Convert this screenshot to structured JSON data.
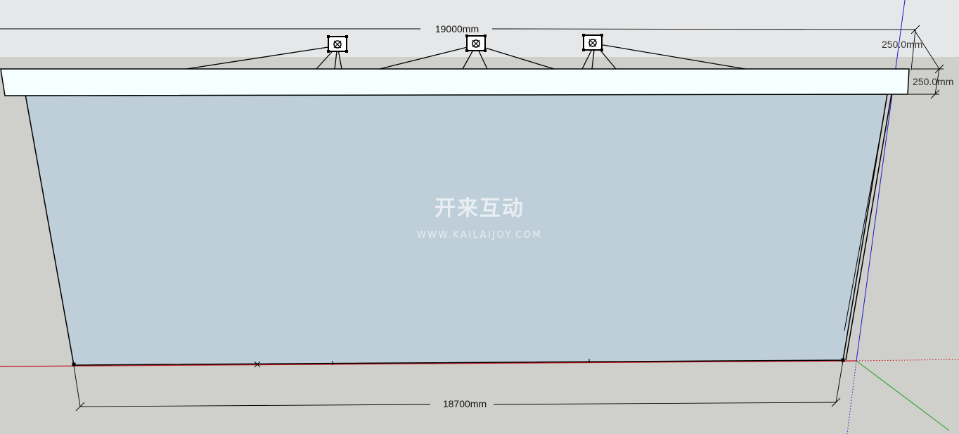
{
  "dimensions": {
    "top_width": "19000mm",
    "bottom_width": "18700mm",
    "right_offset_upper": "250.0mm",
    "right_offset_lower": "250.0mm"
  },
  "watermark": {
    "chinese": "开来互动",
    "url": "WWW.KAILAIJOY.COM"
  },
  "colors": {
    "sky": "#e6e7e8",
    "ground": "#cfcfcb",
    "screen_face": "#bfcfd9",
    "top_frame": "#f6ffff",
    "axis_red": "#c8101a",
    "axis_green": "#1aa01a",
    "axis_blue": "#1a1ad0"
  },
  "projectors": {
    "count": 3,
    "icon": "projector-icon"
  }
}
